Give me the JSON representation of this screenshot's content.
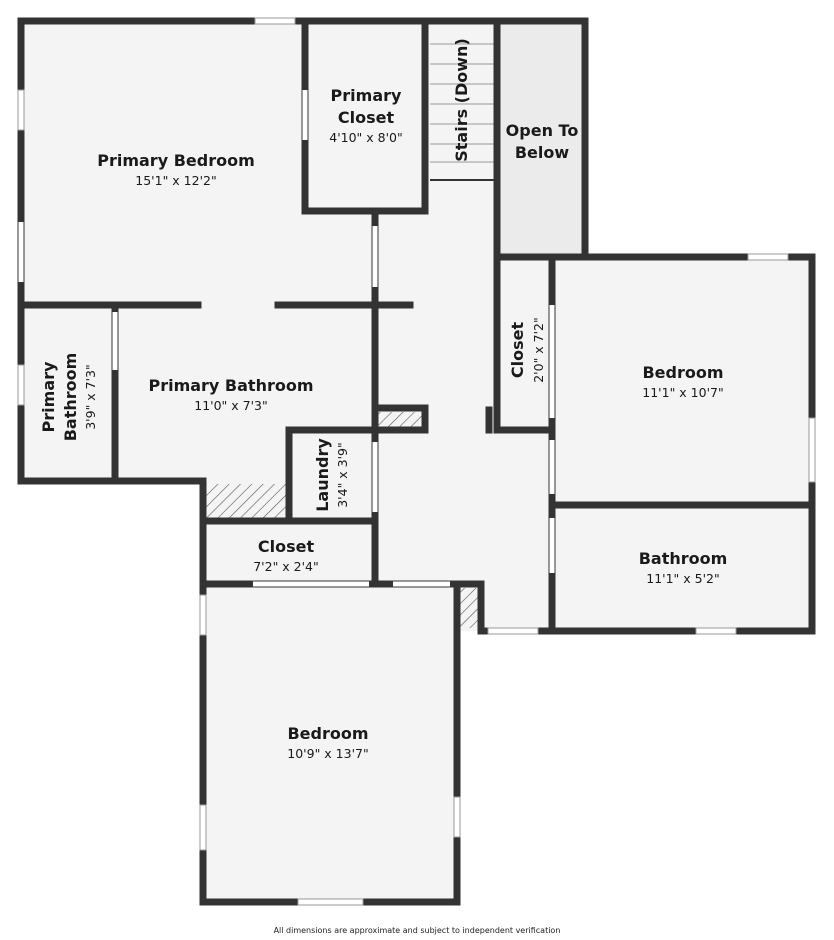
{
  "rooms": {
    "primary_bedroom": {
      "name": "Primary Bedroom",
      "dim": "15'1\" x 12'2\""
    },
    "primary_closet": {
      "name1": "Primary",
      "name2": "Closet",
      "dim": "4'10\" x 8'0\""
    },
    "stairs": {
      "name": "Stairs (Down)"
    },
    "open_to_below": {
      "name1": "Open To",
      "name2": "Below"
    },
    "closet_right": {
      "name": "Closet",
      "dim": "2'0\" x 7'2\""
    },
    "bedroom_right": {
      "name": "Bedroom",
      "dim": "11'1\" x 10'7\""
    },
    "bathroom": {
      "name": "Bathroom",
      "dim": "11'1\" x 5'2\""
    },
    "primary_bathroom_small": {
      "name1": "Primary",
      "name2": "Bathroom",
      "dim": "3'9\" x 7'3\""
    },
    "primary_bathroom": {
      "name": "Primary Bathroom",
      "dim": "11'0\" x 7'3\""
    },
    "laundry": {
      "name": "Laundry",
      "dim": "3'4\" x 3'9\""
    },
    "closet_mid": {
      "name": "Closet",
      "dim": "7'2\" x 2'4\""
    },
    "bedroom_bottom": {
      "name": "Bedroom",
      "dim": "10'9\" x 13'7\""
    }
  },
  "footer": "All dimensions are approximate and subject to independent verification",
  "colors": {
    "wall": "#333333",
    "floor": "#f4f4f4",
    "open_below": "#ebebeb"
  }
}
